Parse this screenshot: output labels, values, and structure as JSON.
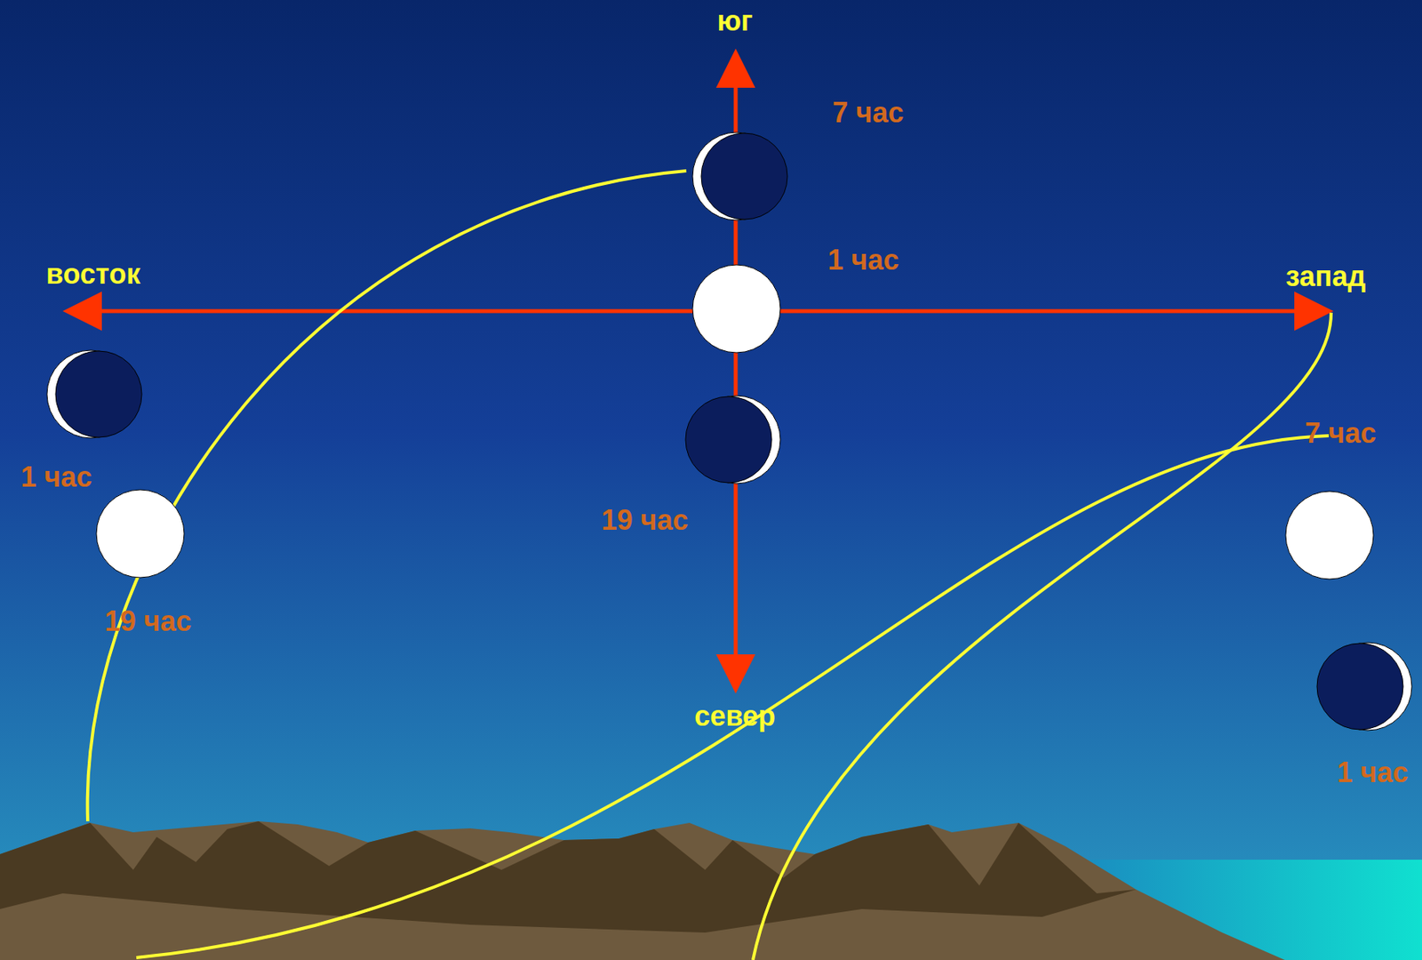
{
  "diagram": {
    "labels": [
      "юг",
      "7 час",
      "1 час",
      "восток",
      "запад",
      "1 час",
      "19 час",
      "19 час",
      "7 час",
      "1 час",
      "север"
    ]
  }
}
